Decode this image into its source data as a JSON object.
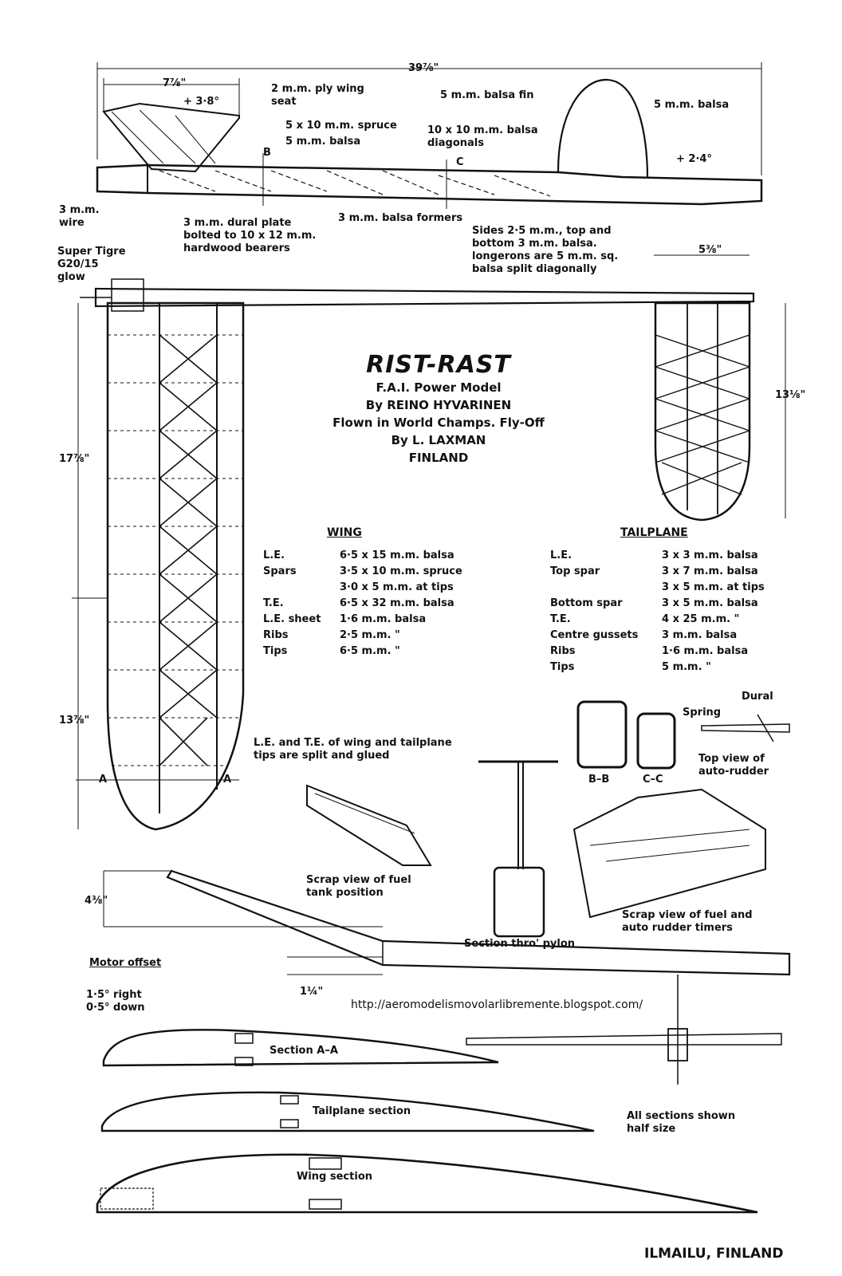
{
  "fuselage": {
    "overall_length": "39⅞\"",
    "pylon_width": "7⅞\"",
    "wing_incidence": "+ 3·8°",
    "tail_incidence": "+ 2·4°",
    "notes": {
      "ply_seat": "2 m.m. ply wing\nseat",
      "spruce": "5 x 10 m.m. spruce",
      "balsa5": "5 m.m. balsa",
      "diagonals": "10 x 10 m.m. balsa\ndiagonals",
      "fin": "5 m.m. balsa fin",
      "fin_right": "5 m.m. balsa",
      "wire": "3 m.m.\nwire",
      "dural": "3 m.m. dural plate\nbolted to 10 x 12 m.m.\nhardwood bearers",
      "formers": "3 m.m. balsa formers",
      "sides": "Sides 2·5 m.m., top and\nbottom 3 m.m. balsa.\nlongerons are 5 m.m. sq.\nbalsa split diagonally",
      "engine": "Super Tigre\nG20/15\nglow",
      "sec_b": "B",
      "sec_c": "C"
    }
  },
  "title": {
    "name": "RIST-RAST",
    "line1": "F.A.I. Power Model",
    "line2": "By REINO HYVARINEN",
    "line3": "Flown in World Champs. Fly-Off",
    "line4": "By L. LAXMAN",
    "line5": "FINLAND"
  },
  "wing_dims": {
    "span_inner": "17⅞\"",
    "span_outer": "13⅞\""
  },
  "tail_dims": {
    "chord": "5⅜\"",
    "span": "13⅛\""
  },
  "wing_specs": {
    "heading": "WING",
    "rows": [
      {
        "k": "L.E.",
        "v": "6·5 x 15 m.m. balsa"
      },
      {
        "k": "Spars",
        "v": "3·5 x 10 m.m. spruce"
      },
      {
        "k": "",
        "v": "3·0 x 5 m.m. at tips"
      },
      {
        "k": "T.E.",
        "v": "6·5 x 32 m.m. balsa"
      },
      {
        "k": "L.E. sheet",
        "v": "1·6 m.m. balsa"
      },
      {
        "k": "Ribs",
        "v": "2·5 m.m.    \""
      },
      {
        "k": "Tips",
        "v": "6·5 m.m.    \""
      }
    ]
  },
  "tail_specs": {
    "heading": "TAILPLANE",
    "rows": [
      {
        "k": "L.E.",
        "v": "3 x 3 m.m. balsa"
      },
      {
        "k": "Top spar",
        "v": "3 x 7 m.m. balsa"
      },
      {
        "k": "",
        "v": "3 x 5 m.m. at tips"
      },
      {
        "k": "Bottom spar",
        "v": "3 x 5 m.m. balsa"
      },
      {
        "k": "T.E.",
        "v": "4 x 25 m.m.    \""
      },
      {
        "k": "Centre gussets",
        "v": "3 m.m. balsa"
      },
      {
        "k": "Ribs",
        "v": "1·6 m.m. balsa"
      },
      {
        "k": "Tips",
        "v": "5 m.m.        \""
      }
    ]
  },
  "details": {
    "tips_note": "L.E. and T.E. of wing and tailplane\ntips are split and glued",
    "section_a": "A",
    "bb": "B–B",
    "cc": "C–C",
    "dural": "Dural",
    "spring": "Spring",
    "rudder_top": "Top view of\nauto-rudder",
    "fuel_tank": "Scrap view of fuel\ntank position",
    "pylon": "Section thro' pylon",
    "timers": "Scrap view of fuel and\nauto rudder timers",
    "dihedral": "4⅜\"",
    "dihedral_outer": "1¼\"",
    "motor_offset": "Motor offset",
    "offset_values": "1·5° right\n0·5° down"
  },
  "sections": {
    "section_aa": "Section A–A",
    "tailplane": "Tailplane section",
    "wing": "Wing section",
    "note": "All sections shown\nhalf size"
  },
  "url": "http://aeromodelismovolarlibremente.blogspot.com/",
  "credit": "ILMAILU, FINLAND"
}
